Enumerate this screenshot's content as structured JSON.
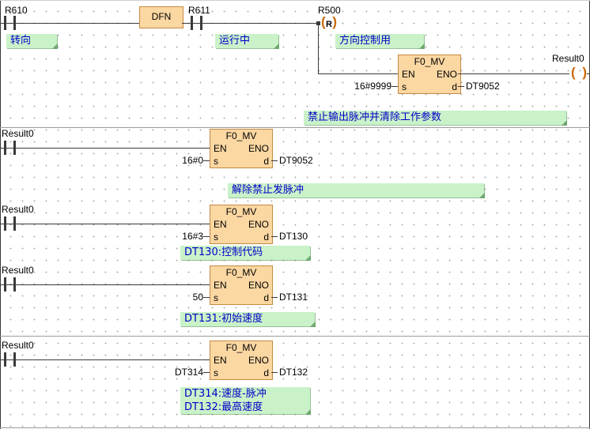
{
  "colors": {
    "wire": "#3a3a3a",
    "block-fill": "#FBD7A2",
    "block-border": "#C68A42",
    "comment-bg": "#C9F2C9",
    "comment-text": "#0000C8",
    "comment-shadow": "#6FA86F",
    "coil": "#CC6600",
    "grid-dot": "#ADADAD"
  },
  "network1": {
    "contact1": {
      "label": "R610",
      "comment": "转向"
    },
    "dfn": {
      "label": "DFN"
    },
    "contact2": {
      "label": "R611",
      "comment": "运行中"
    },
    "reset_coil": {
      "label": "R500",
      "symbol": "R",
      "comment": "方向控制用"
    },
    "block": {
      "title": "F0_MV",
      "en": "EN",
      "eno": "ENO",
      "s": "s",
      "d": "d",
      "input": "16#9999",
      "output": "DT9052"
    },
    "out_coil": {
      "label": "Result0"
    },
    "comment": "禁止输出脉冲并清除工作参数"
  },
  "network2": {
    "contact": {
      "label": "Result0"
    },
    "block": {
      "title": "F0_MV",
      "en": "EN",
      "eno": "ENO",
      "s": "s",
      "d": "d",
      "input": "16#0",
      "output": "DT9052"
    },
    "comment": "解除禁止发脉冲"
  },
  "network3": {
    "contact": {
      "label": "Result0"
    },
    "block": {
      "title": "F0_MV",
      "en": "EN",
      "eno": "ENO",
      "s": "s",
      "d": "d",
      "input": "16#3",
      "output": "DT130"
    },
    "comment": "DT130:控制代码"
  },
  "network4": {
    "contact": {
      "label": "Result0"
    },
    "block": {
      "title": "F0_MV",
      "en": "EN",
      "eno": "ENO",
      "s": "s",
      "d": "d",
      "input": "50",
      "output": "DT131"
    },
    "comment": "DT131:初始速度"
  },
  "network5": {
    "contact": {
      "label": "Result0"
    },
    "block": {
      "title": "F0_MV",
      "en": "EN",
      "eno": "ENO",
      "s": "s",
      "d": "d",
      "input": "DT314",
      "output": "DT132"
    },
    "comment_line1": "DT314:速度-脉冲",
    "comment_line2": "DT132:最高速度"
  }
}
